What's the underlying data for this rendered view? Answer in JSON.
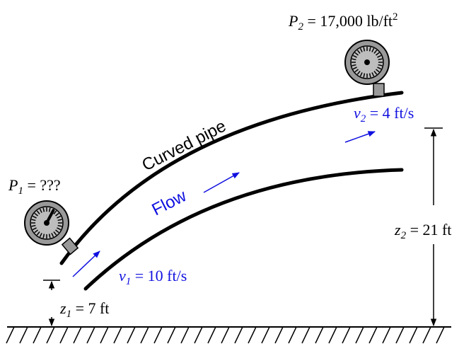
{
  "labels": {
    "p1": {
      "symbol": "P",
      "sub": "1",
      "rest": " = ???"
    },
    "p2": {
      "symbol": "P",
      "sub": "2",
      "rest": " = 17,000 lb/ft",
      "sup": "2"
    },
    "v1": {
      "symbol": "v",
      "sub": "1",
      "rest": " = 10 ft/s"
    },
    "v2": {
      "symbol": "v",
      "sub": "2",
      "rest": " = 4 ft/s"
    },
    "z1": {
      "symbol": "z",
      "sub": "1",
      "rest": " = 7 ft"
    },
    "z2": {
      "symbol": "z",
      "sub": "2",
      "rest": " = 21 ft"
    },
    "curved_pipe": "Curved pipe",
    "flow": "Flow"
  },
  "colors": {
    "ink": "#000000",
    "flow": "#1010e0",
    "gauge_fill": "#999999",
    "gauge_face": "#bdbdbd"
  },
  "icons": {
    "gauge1": "pressure-gauge-icon",
    "gauge2": "pressure-gauge-icon"
  }
}
